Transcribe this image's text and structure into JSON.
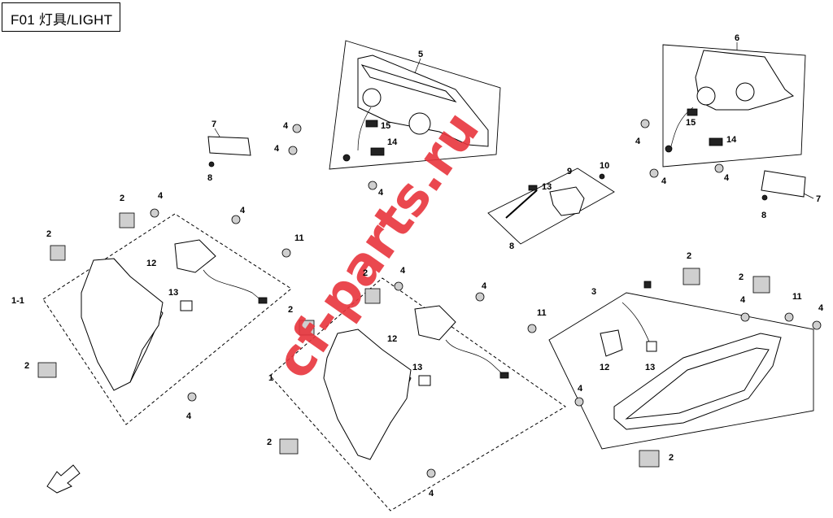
{
  "title": "F01 灯具/LIGHT",
  "watermark": "cf-parts.ru",
  "callouts": [
    {
      "id": "c-5",
      "label": "5"
    },
    {
      "id": "c-6",
      "label": "6"
    },
    {
      "id": "c-7a",
      "label": "7"
    },
    {
      "id": "c-7b",
      "label": "7"
    },
    {
      "id": "c-8a",
      "label": "8"
    },
    {
      "id": "c-8b",
      "label": "8"
    },
    {
      "id": "c-8c",
      "label": "8"
    },
    {
      "id": "c-9",
      "label": "9"
    },
    {
      "id": "c-10",
      "label": "10"
    },
    {
      "id": "c-13a",
      "label": "13"
    },
    {
      "id": "c-15a",
      "label": "15"
    },
    {
      "id": "c-14a",
      "label": "14"
    },
    {
      "id": "c-15b",
      "label": "15"
    },
    {
      "id": "c-14b",
      "label": "14"
    },
    {
      "id": "c-4a",
      "label": "4"
    },
    {
      "id": "c-4b",
      "label": "4"
    },
    {
      "id": "c-4c",
      "label": "4"
    },
    {
      "id": "c-4d",
      "label": "4"
    },
    {
      "id": "c-4e",
      "label": "4"
    },
    {
      "id": "c-4f",
      "label": "4"
    },
    {
      "id": "c-1-1",
      "label": "1-1"
    },
    {
      "id": "c-2a",
      "label": "2"
    },
    {
      "id": "c-2b",
      "label": "2"
    },
    {
      "id": "c-2c",
      "label": "2"
    },
    {
      "id": "c-4g",
      "label": "4"
    },
    {
      "id": "c-4h",
      "label": "4"
    },
    {
      "id": "c-11a",
      "label": "11"
    },
    {
      "id": "c-12a",
      "label": "12"
    },
    {
      "id": "c-13b",
      "label": "13"
    },
    {
      "id": "c-4i",
      "label": "4"
    },
    {
      "id": "c-1",
      "label": "1"
    },
    {
      "id": "c-2d",
      "label": "2"
    },
    {
      "id": "c-2e",
      "label": "2"
    },
    {
      "id": "c-4j",
      "label": "4"
    },
    {
      "id": "c-4k",
      "label": "4"
    },
    {
      "id": "c-11b",
      "label": "11"
    },
    {
      "id": "c-12b",
      "label": "12"
    },
    {
      "id": "c-13c",
      "label": "13"
    },
    {
      "id": "c-2f",
      "label": "2"
    },
    {
      "id": "c-4l",
      "label": "4"
    },
    {
      "id": "c-3",
      "label": "3"
    },
    {
      "id": "c-2g",
      "label": "2"
    },
    {
      "id": "c-2h",
      "label": "2"
    },
    {
      "id": "c-11c",
      "label": "11"
    },
    {
      "id": "c-4m",
      "label": "4"
    },
    {
      "id": "c-4n",
      "label": "4"
    },
    {
      "id": "c-12c",
      "label": "12"
    },
    {
      "id": "c-13d",
      "label": "13"
    },
    {
      "id": "c-4o",
      "label": "4"
    },
    {
      "id": "c-2i",
      "label": "2"
    }
  ]
}
